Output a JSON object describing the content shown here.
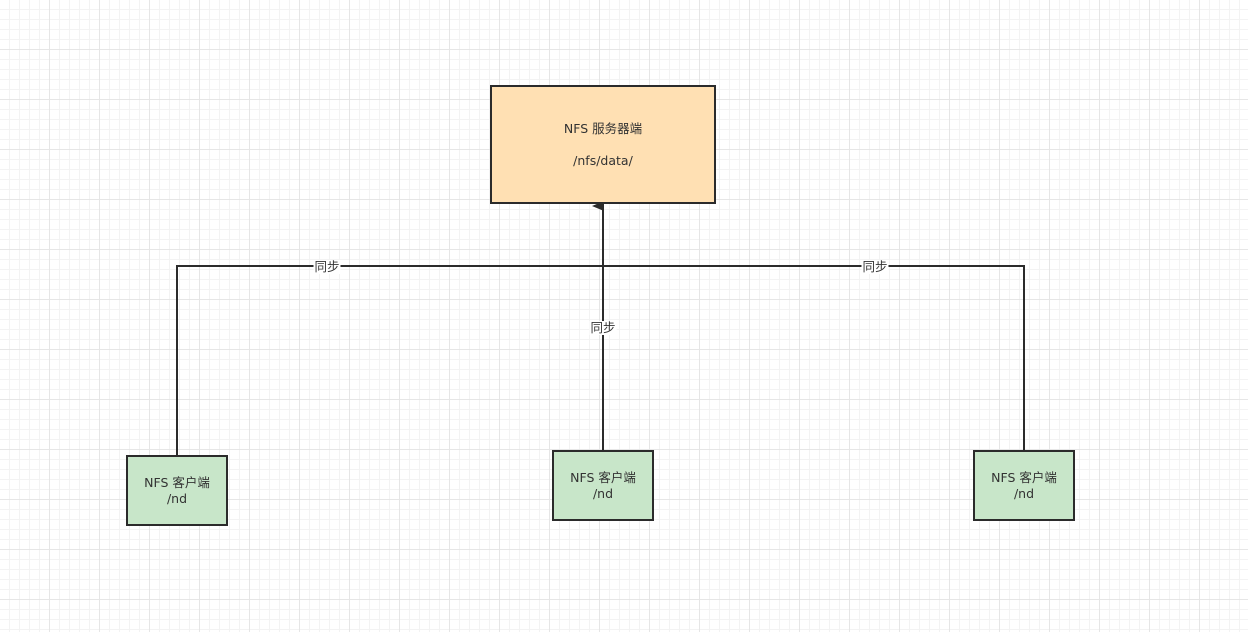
{
  "server": {
    "title": "NFS 服务器端",
    "path": "/nfs/data/",
    "fill_color": "#ffe0b3"
  },
  "clients": [
    {
      "title": "NFS 客户端",
      "path": "/nd"
    },
    {
      "title": "NFS 客户端",
      "path": "/nd"
    },
    {
      "title": "NFS 客户端",
      "path": "/nd"
    }
  ],
  "client_fill_color": "#c8e6c9",
  "edges": [
    {
      "from": "client-1",
      "to": "server",
      "label": "同步"
    },
    {
      "from": "client-2",
      "to": "server",
      "label": "同步"
    },
    {
      "from": "client-3",
      "to": "server",
      "label": "同步"
    }
  ]
}
